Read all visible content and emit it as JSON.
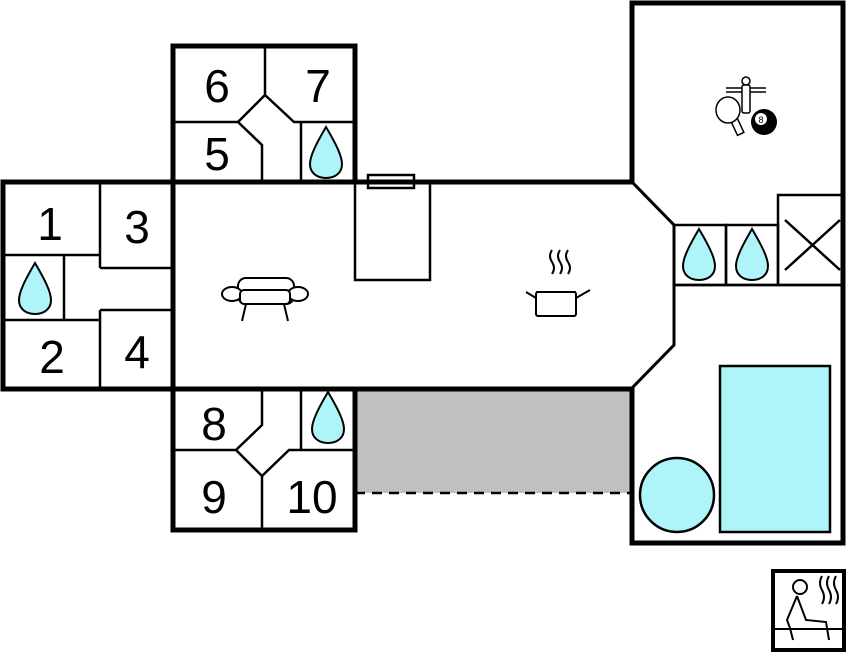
{
  "floorplan": {
    "rooms": [
      {
        "label": "1"
      },
      {
        "label": "2"
      },
      {
        "label": "3"
      },
      {
        "label": "4"
      },
      {
        "label": "5"
      },
      {
        "label": "6"
      },
      {
        "label": "7"
      },
      {
        "label": "8"
      },
      {
        "label": "9"
      },
      {
        "label": "10"
      }
    ],
    "icons": [
      "water-drop-icon",
      "sofa-icon",
      "cooking-pot-icon",
      "table-football-icon",
      "table-tennis-icon",
      "billiard-ball-icon",
      "sauna-icon",
      "pool-icon",
      "whirlpool-icon"
    ],
    "billiard_ball_number": "8",
    "colors": {
      "water": "#aef4f8",
      "terrace": "#c0c0c0",
      "wall": "#000000"
    }
  }
}
